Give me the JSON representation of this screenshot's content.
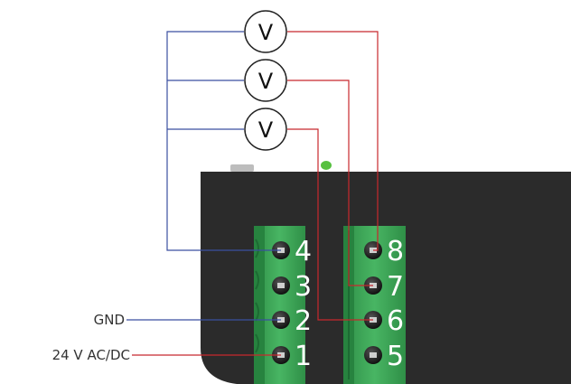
{
  "meter_symbol": "V",
  "voltmeters": [
    {
      "symbol": "V"
    },
    {
      "symbol": "V"
    },
    {
      "symbol": "V"
    }
  ],
  "left_block": {
    "terminals": [
      "4",
      "3",
      "2",
      "1"
    ]
  },
  "right_block": {
    "terminals": [
      "8",
      "7",
      "6",
      "5"
    ]
  },
  "labels": {
    "gnd": "GND",
    "power": "24 V AC/DC"
  },
  "colors": {
    "blue_wire": "#3b4fa0",
    "red_wire": "#c8282d",
    "device_body": "#2b2b2b",
    "terminal_green": "#3aa556",
    "terminal_dark_green": "#27833f",
    "led_green": "#57c040"
  }
}
